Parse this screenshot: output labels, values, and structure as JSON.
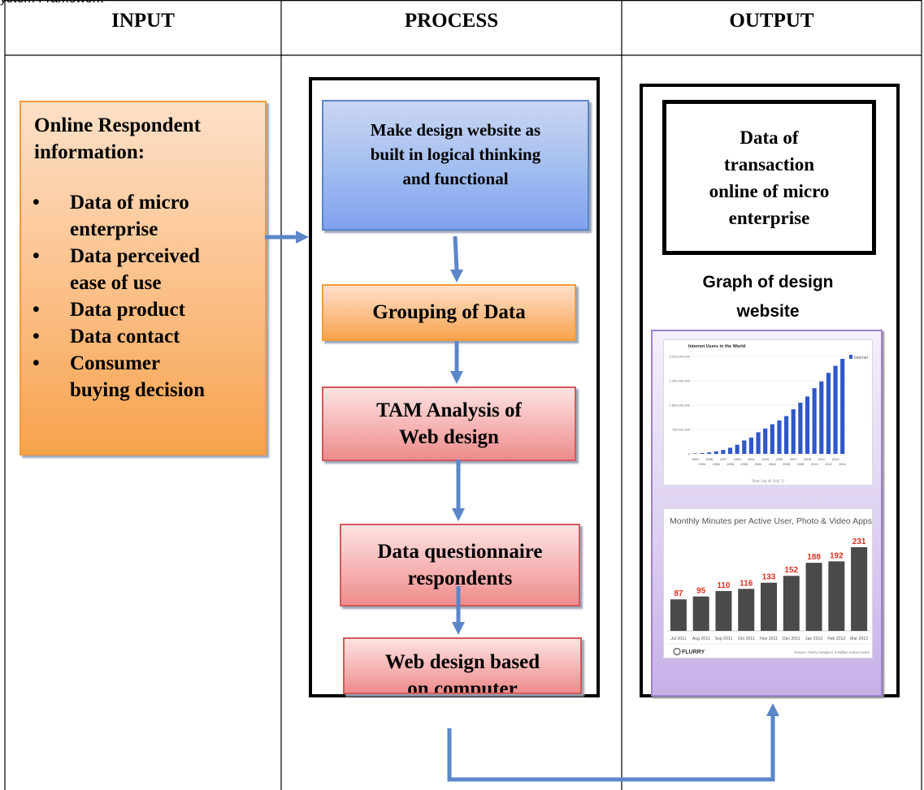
{
  "caption_top": "ystem Framework",
  "headers": {
    "input": "INPUT",
    "process": "PROCESS",
    "output": "OUTPUT"
  },
  "input": {
    "title_line1": "Online Respondent",
    "title_line2": "information:",
    "items": [
      {
        "line1": "Data of micro",
        "line2": "enterprise"
      },
      {
        "line1": "Data perceived",
        "line2": "ease of use"
      },
      {
        "line1": "Data product",
        "line2": ""
      },
      {
        "line1": "Data contact",
        "line2": ""
      },
      {
        "line1": "Consumer",
        "line2": "buying decision"
      }
    ]
  },
  "process": {
    "step1": [
      "Make design website as",
      "built in logical thinking",
      "and functional"
    ],
    "step2": "Grouping of Data",
    "step3": [
      "TAM Analysis of",
      "Web design"
    ],
    "step4": [
      "Data questionnaire",
      "respondents"
    ],
    "step5": [
      "Web design based",
      "on computer"
    ]
  },
  "output": {
    "box_lines": [
      "Data of",
      "transaction",
      "online of micro",
      "enterprise"
    ],
    "graph_title": [
      "Graph of design",
      "website"
    ]
  },
  "colors": {
    "arrow": "#5b86c8",
    "bar_blue": "#2f57c9",
    "bar_gray": "#4a4a4a",
    "label_red": "#e0301e",
    "purple_panel": "#c9b8ea"
  },
  "chart1": {
    "title": "Internet Users in the World",
    "legend": "Internet",
    "y_ticks": [
      "3,000,000,000",
      "2,250,000,000",
      "1,500,000,000",
      "750,000,000",
      "0"
    ],
    "x_ticks_top": [
      "1993",
      "1995",
      "1997",
      "1999",
      "2001",
      "2003",
      "2005",
      "2007",
      "2009",
      "2011",
      "2013"
    ],
    "x_ticks_bottom": [
      "1994",
      "1996",
      "1998",
      "2000",
      "2002",
      "2004",
      "2006",
      "2008",
      "2010",
      "2012",
      "2014"
    ],
    "x_label": "Year (as of July 1)",
    "values": [
      14,
      25,
      44,
      77,
      120,
      188,
      281,
      414,
      502,
      665,
      781,
      913,
      1030,
      1163,
      1373,
      1575,
      1766,
      2023,
      2231,
      2494,
      2712,
      2925
    ]
  },
  "chart2": {
    "title": "Monthly Minutes per Active User, Photo & Video Apps",
    "categories": [
      "Jul 2011",
      "Aug 2011",
      "Sep 2011",
      "Oct 2011",
      "Nov 2011",
      "Dec 2011",
      "Jan 2012",
      "Feb 2012",
      "Mar 2012"
    ],
    "values": [
      87,
      95,
      110,
      116,
      133,
      152,
      188,
      192,
      231
    ],
    "footer_logo": "FLURRY",
    "source": "Source: Flurry Analytics, 6 Million Active Users"
  }
}
